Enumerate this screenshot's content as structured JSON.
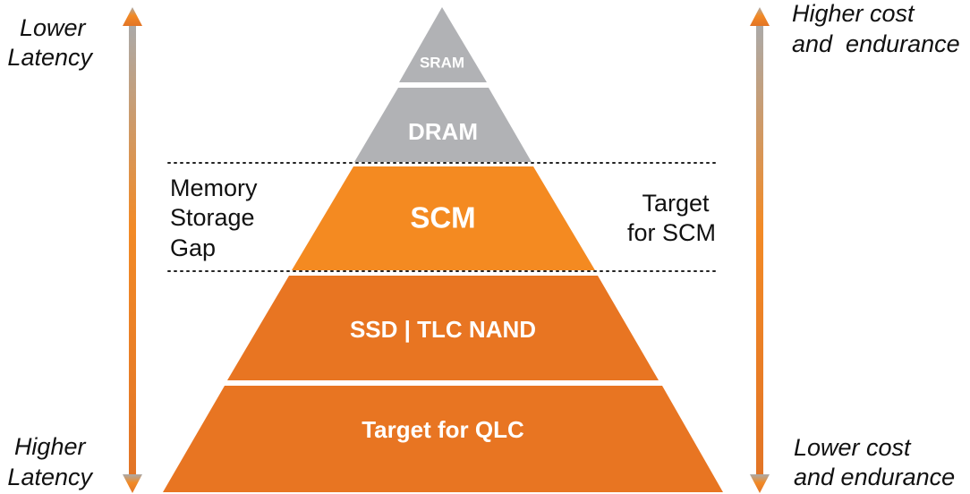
{
  "colors": {
    "grey_tier": "#b1b2b5",
    "scm_tier": "#f48a21",
    "lower_tier": "#e87522",
    "arrow_top": "#aaaaaa",
    "arrow_middle": "#f28a26",
    "arrow_bottom": "#e27426",
    "dotted_line": "#222222"
  },
  "pyramid": {
    "tiers": [
      {
        "label": "SRAM"
      },
      {
        "label": "DRAM"
      },
      {
        "label": "SCM"
      },
      {
        "label": "SSD | TLC NAND"
      },
      {
        "label": "Target for QLC"
      }
    ]
  },
  "left_axis": {
    "top_label": [
      "Lower",
      "Latency"
    ],
    "bottom_label": [
      "Higher",
      "Latency"
    ]
  },
  "right_axis": {
    "top_label": [
      "Higher cost",
      "and  endurance"
    ],
    "bottom_label": [
      "Lower cost",
      "and endurance"
    ]
  },
  "gap_label": [
    "Memory",
    "Storage",
    "Gap"
  ],
  "target_label": [
    "Target",
    "for SCM"
  ]
}
